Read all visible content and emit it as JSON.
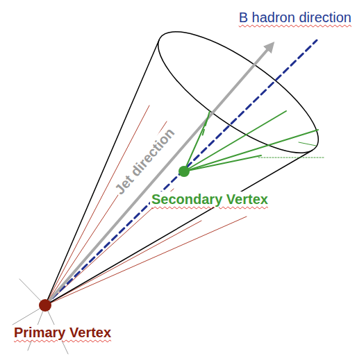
{
  "diagram": {
    "labels": [
      "B hadron direction",
      "Jet direction",
      "Secondary Vertex",
      "Primary Vertex"
    ]
  }
}
